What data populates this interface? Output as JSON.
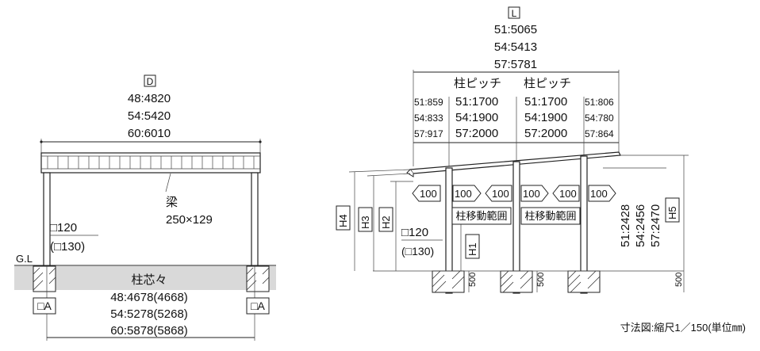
{
  "caption": "寸法図:縮尺1／150(単位㎜)",
  "side_view": {
    "depth_symbol": "D",
    "depth_values": [
      "48:4820",
      "54:5420",
      "60:6010"
    ],
    "beam_label": "梁",
    "beam_size": "250×129",
    "post_size": "□120",
    "post_size_alt": "(□130)",
    "ground_label": "G.L",
    "post_center_label": "柱芯々",
    "post_center_values": [
      "48:4678(4668)",
      "54:5278(5268)",
      "60:5878(5868)"
    ],
    "footing_label_left": "□A",
    "footing_label_right": "□A"
  },
  "front_view": {
    "length_symbol": "L",
    "length_values": [
      "51:5065",
      "54:5413",
      "57:5781"
    ],
    "pitch_heading_1": "柱ピッチ",
    "pitch_heading_2": "柱ピッチ",
    "left_overhang": [
      "51:859",
      "54:833",
      "57:917"
    ],
    "pitch_1": [
      "51:1700",
      "54:1900",
      "57:2000"
    ],
    "pitch_2": [
      "51:1700",
      "54:1900",
      "57:2000"
    ],
    "right_overhang": [
      "51:806",
      "54:780",
      "57:864"
    ],
    "move_arrow_value": "100",
    "post_move_range": "柱移動範囲",
    "post_size": "□120",
    "post_size_alt": "(□130)",
    "height_labels": [
      "H4",
      "H3",
      "H2",
      "H1",
      "H5"
    ],
    "h5_values": [
      "51:2428",
      "54:2456",
      "57:2470"
    ],
    "footing_depth": "500"
  }
}
